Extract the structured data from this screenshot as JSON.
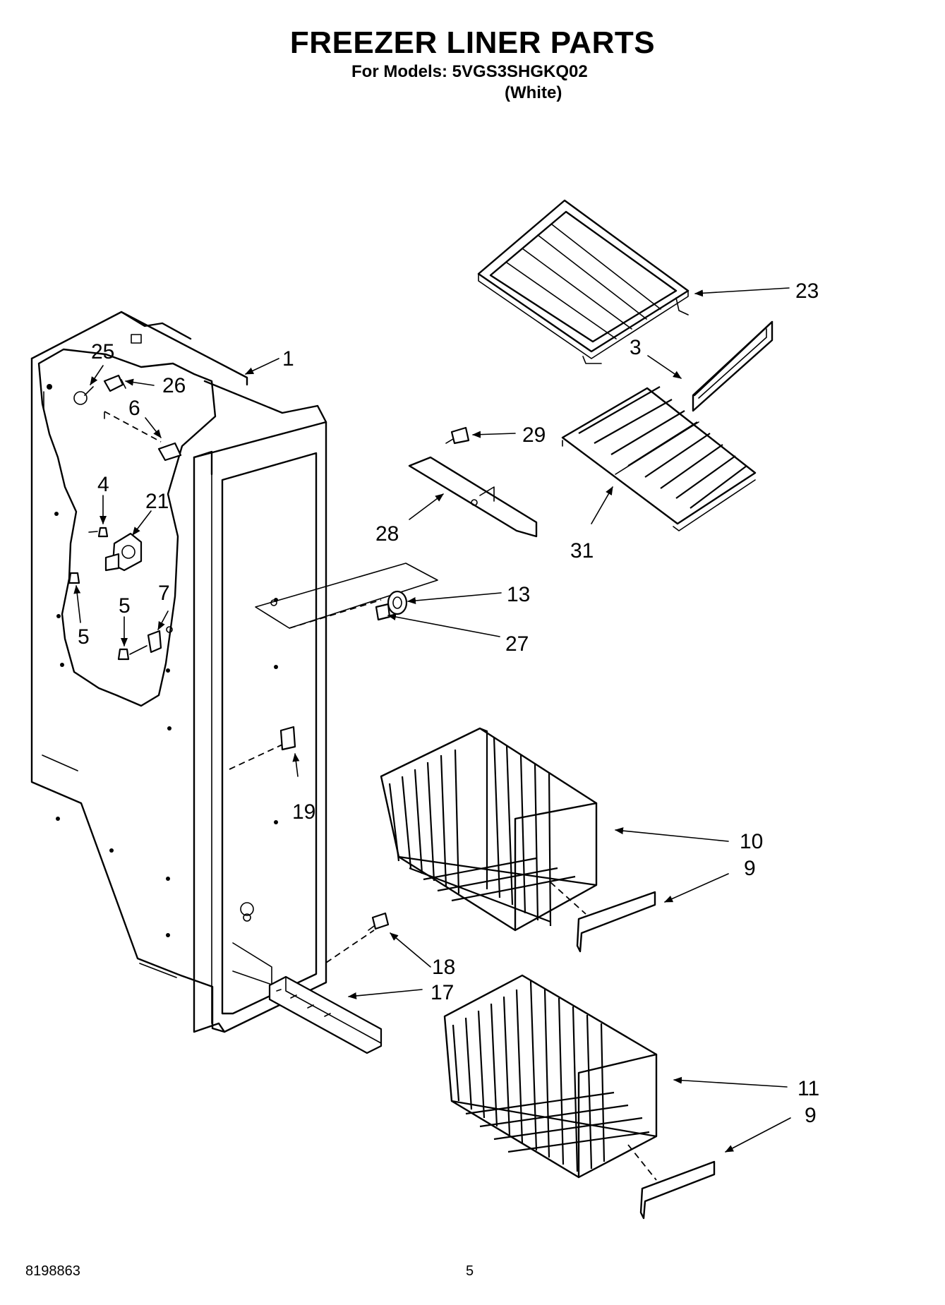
{
  "header": {
    "title": "FREEZER LINER PARTS",
    "subtitle": "For Models: 5VGS3SHGKQ02",
    "variant": "(White)"
  },
  "footer": {
    "doc_number": "8198863",
    "page_number": "5"
  },
  "callouts": {
    "c1": "1",
    "c3": "3",
    "c4": "4",
    "c5a": "5",
    "c5b": "5",
    "c6": "6",
    "c7": "7",
    "c9a": "9",
    "c9b": "9",
    "c10": "10",
    "c11": "11",
    "c13": "13",
    "c17": "17",
    "c18": "18",
    "c19": "19",
    "c21": "21",
    "c23": "23",
    "c25": "25",
    "c26": "26",
    "c27": "27",
    "c28": "28",
    "c29": "29",
    "c31": "31"
  }
}
